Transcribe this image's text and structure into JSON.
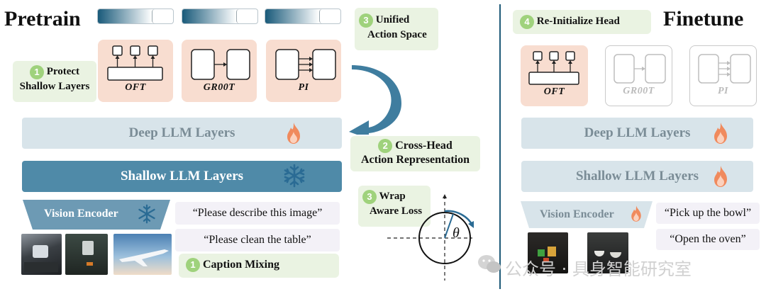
{
  "left": {
    "title": "Pretrain",
    "notes": {
      "protect": {
        "num": "1",
        "line1": "Protect",
        "line2": "Shallow Layers"
      },
      "unified": {
        "num": "3",
        "line1": "Unified",
        "line2": "Action Space"
      },
      "cross_head": {
        "num": "2",
        "line1": "Cross-Head",
        "line2": "Action Representation"
      },
      "wrap": {
        "num": "3",
        "line1": "Wrap",
        "line2": "Aware Loss"
      },
      "caption": {
        "num": "1",
        "text": "Caption Mixing"
      }
    },
    "heads": [
      "OFT",
      "GR00T",
      "PI"
    ],
    "deep_layers": "Deep LLM Layers",
    "shallow_layers": "Shallow LLM Layers",
    "vision_encoder": "Vision Encoder",
    "prompts": [
      "“Please describe this image”",
      "“Please clean the table”"
    ],
    "theta": "θ"
  },
  "right": {
    "title": "Finetune",
    "reinit": {
      "num": "4",
      "text": "Re-Initialize Head"
    },
    "heads": [
      "OFT",
      "GR00T",
      "PI"
    ],
    "deep_layers": "Deep LLM Layers",
    "shallow_layers": "Shallow LLM Layers",
    "vision_encoder": "Vision Encoder",
    "prompts": [
      "“Pick up the bowl”",
      "“Open the oven”"
    ]
  },
  "watermark": "公众号 · 具身智能研究室",
  "colors": {
    "deep_layer": "#d8e4ea",
    "shallow_layer": "#4f8aa8",
    "head_bg": "#f8ddd0",
    "note_bg": "#eaf3e2",
    "badge": "#9fd27c",
    "arrow": "#3f7d9f",
    "divider": "#1e5a78",
    "flame": "#f08a5d",
    "snowflake": "#2a6b94"
  },
  "icons": [
    "flame-icon",
    "snowflake-icon",
    "curved-arrow-icon",
    "wechat-icon"
  ]
}
